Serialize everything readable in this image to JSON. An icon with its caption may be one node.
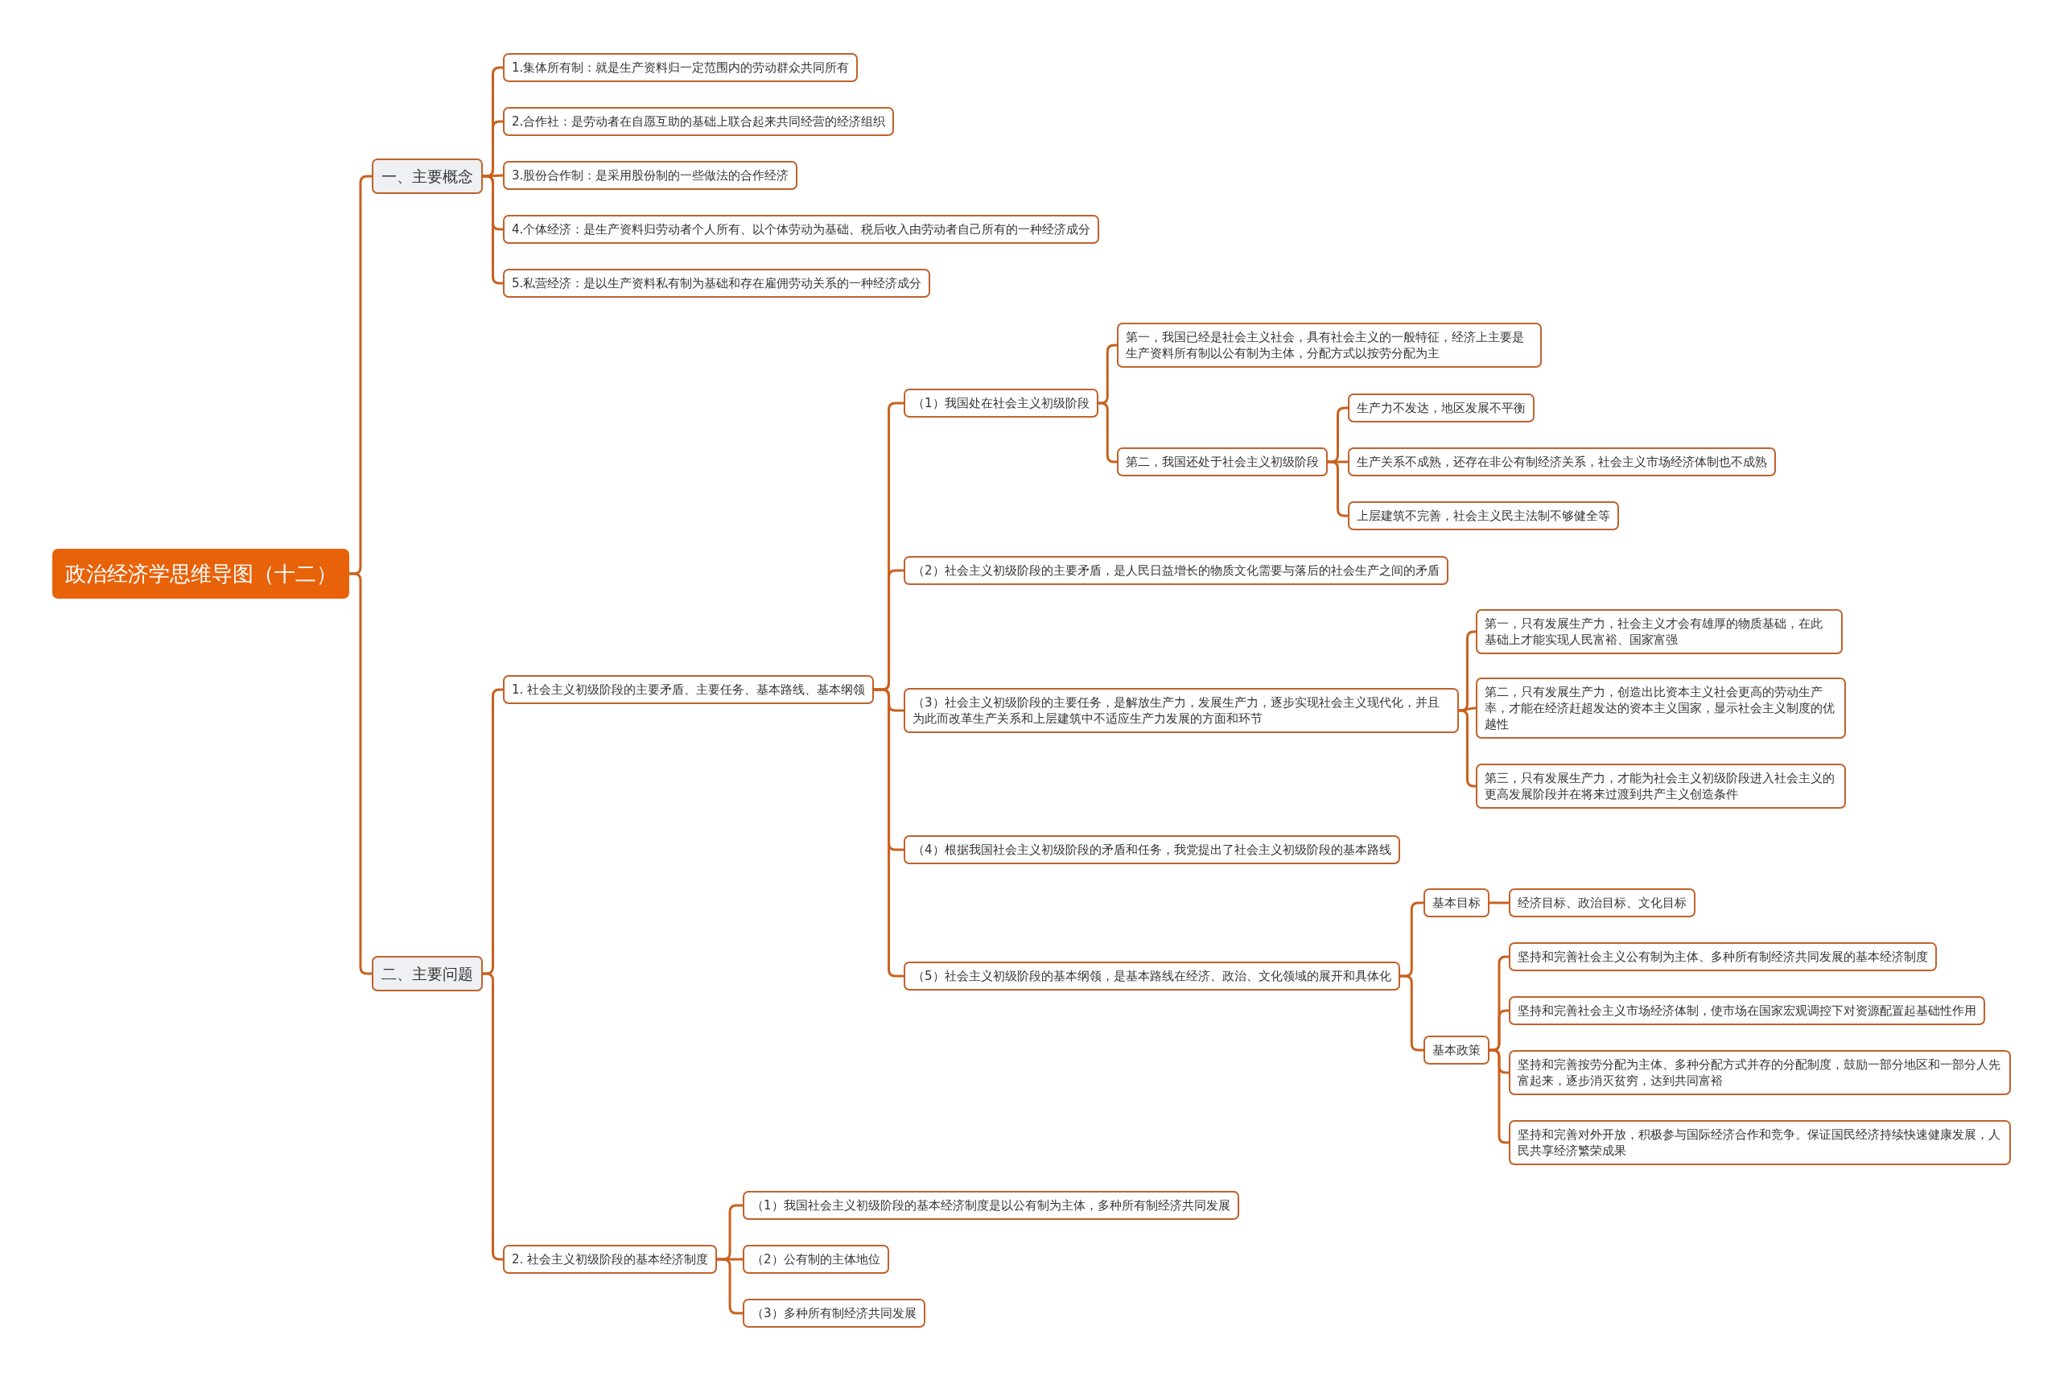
{
  "diagram": {
    "nodes": [
      {
        "text": [
          "政治经济学思维导图（十二）"
        ]
      },
      {
        "text": [
          "一、主要概念"
        ]
      },
      {
        "text": [
          "1.集体所有制：就是生产资料归一定范围内的劳动群众共同所有"
        ]
      },
      {
        "text": [
          "2.合作社：是劳动者在自愿互助的基础上联合起来共同经营的经济组织"
        ]
      },
      {
        "text": [
          "3.股份合作制：是采用股份制的一些做法的合作经济"
        ]
      },
      {
        "text": [
          "4.个体经济：是生产资料归劳动者个人所有、以个体劳动为基础、税后收入由劳动者自己所有的一种经济成分"
        ]
      },
      {
        "text": [
          "5.私营经济：是以生产资料私有制为基础和存在雇佣劳动关系的一种经济成分"
        ]
      },
      {
        "text": [
          "二、主要问题"
        ]
      },
      {
        "text": [
          "1. 社会主义初级阶段的主要矛盾、主要任务、基本路线、基本纲领"
        ]
      },
      {
        "text": [
          "（1）我国处在社会主义初级阶段"
        ]
      },
      {
        "text": [
          "第一，我国已经是社会主义社会，具有社会主义的一般特征，经济上主要是生产资料所有制以公有制为主体，分配方式以按劳分配为主"
        ]
      },
      {
        "text": [
          "第二，我国还处于社会主义初级阶段"
        ]
      },
      {
        "text": [
          "生产力不发达，地区发展不平衡"
        ]
      },
      {
        "text": [
          "生产关系不成熟，还存在非公有制经济关系，社会主义市场经济体制也不成熟"
        ]
      },
      {
        "text": [
          "上层建筑不完善，社会主义民主法制不够健全等"
        ]
      },
      {
        "text": [
          "（2）社会主义初级阶段的主要矛盾，是人民日益增长的物质文化需要与落后的社会生产之间的矛盾"
        ]
      },
      {
        "text": [
          "（3）社会主义初级阶段的主要任务，是解放生产力，发展生产力，逐步实现社会主义现代化，并且为此而改革生产关系和上层建筑中不适应生产力发展的方面和环节"
        ]
      },
      {
        "text": [
          "第一，只有发展生产力，社会主义才会有雄厚的物质基础，在此基础上才能实现人民富裕、国家富强"
        ]
      },
      {
        "text": [
          "第二，只有发展生产力，创造出比资本主义社会更高的劳动生产率，才能在经济赶超发达的资本主义国家，显示社会主义制度的优越性"
        ]
      },
      {
        "text": [
          "第三，只有发展生产力，才能为社会主义初级阶段进入社会主义的更高发展阶段并在将来过渡到共产主义创造条件"
        ]
      },
      {
        "text": [
          "（4）根据我国社会主义初级阶段的矛盾和任务，我党提出了社会主义初级阶段的基本路线"
        ]
      },
      {
        "text": [
          "（5）社会主义初级阶段的基本纲领，是基本路线在经济、政治、文化领域的展开和具体化"
        ]
      },
      {
        "text": [
          "基本目标"
        ]
      },
      {
        "text": [
          "经济目标、政治目标、文化目标"
        ]
      },
      {
        "text": [
          "基本政策"
        ]
      },
      {
        "text": [
          "坚持和完善社会主义公有制为主体、多种所有制经济共同发展的基本经济制度"
        ]
      },
      {
        "text": [
          "坚持和完善社会主义市场经济体制，使市场在国家宏观调控下对资源配置起基础性作用"
        ]
      },
      {
        "text": [
          "坚持和完善按劳分配为主体、多种分配方式并存的分配制度，鼓励一部分地区和一部分人先富起来，逐步消灭贫穷，达到共同富裕"
        ]
      },
      {
        "text": [
          "坚持和完善对外开放，积极参与国际经济合作和竞争。保证国民经济持续快速健康发展，人民共享经济繁荣成果"
        ]
      },
      {
        "text": [
          "2. 社会主义初级阶段的基本经济制度"
        ]
      },
      {
        "text": [
          "（1）我国社会主义初级阶段的基本经济制度是以公有制为主体，多种所有制经济共同发展"
        ]
      },
      {
        "text": [
          "（2）公有制的主体地位"
        ]
      },
      {
        "text": [
          "（3）多种所有制经济共同发展"
        ]
      }
    ],
    "edges": [
      {
        "from": 0,
        "to": 1,
        "arrow": "none"
      },
      {
        "from": 0,
        "to": 7,
        "arrow": "none"
      },
      {
        "from": 1,
        "to": 2,
        "arrow": "none"
      },
      {
        "from": 1,
        "to": 3,
        "arrow": "none"
      },
      {
        "from": 1,
        "to": 4,
        "arrow": "none"
      },
      {
        "from": 1,
        "to": 5,
        "arrow": "none"
      },
      {
        "from": 1,
        "to": 6,
        "arrow": "none"
      },
      {
        "from": 7,
        "to": 8,
        "arrow": "none"
      },
      {
        "from": 7,
        "to": 29,
        "arrow": "none"
      },
      {
        "from": 8,
        "to": 9,
        "arrow": "none"
      },
      {
        "from": 8,
        "to": 15,
        "arrow": "none"
      },
      {
        "from": 8,
        "to": 16,
        "arrow": "none"
      },
      {
        "from": 8,
        "to": 20,
        "arrow": "none"
      },
      {
        "from": 8,
        "to": 21,
        "arrow": "none"
      },
      {
        "from": 9,
        "to": 10,
        "arrow": "none"
      },
      {
        "from": 9,
        "to": 11,
        "arrow": "none"
      },
      {
        "from": 11,
        "to": 12,
        "arrow": "none"
      },
      {
        "from": 11,
        "to": 13,
        "arrow": "none"
      },
      {
        "from": 11,
        "to": 14,
        "arrow": "none"
      },
      {
        "from": 16,
        "to": 17,
        "arrow": "none"
      },
      {
        "from": 16,
        "to": 18,
        "arrow": "none"
      },
      {
        "from": 16,
        "to": 19,
        "arrow": "none"
      },
      {
        "from": 21,
        "to": 22,
        "arrow": "none"
      },
      {
        "from": 21,
        "to": 24,
        "arrow": "none"
      },
      {
        "from": 22,
        "to": 23,
        "arrow": "none"
      },
      {
        "from": 24,
        "to": 25,
        "arrow": "none"
      },
      {
        "from": 24,
        "to": 26,
        "arrow": "none"
      },
      {
        "from": 24,
        "to": 27,
        "arrow": "none"
      },
      {
        "from": 24,
        "to": 28,
        "arrow": "none"
      },
      {
        "from": 29,
        "to": 30,
        "arrow": "none"
      },
      {
        "from": 29,
        "to": 31,
        "arrow": "none"
      },
      {
        "from": 29,
        "to": 32,
        "arrow": "none"
      }
    ]
  }
}
